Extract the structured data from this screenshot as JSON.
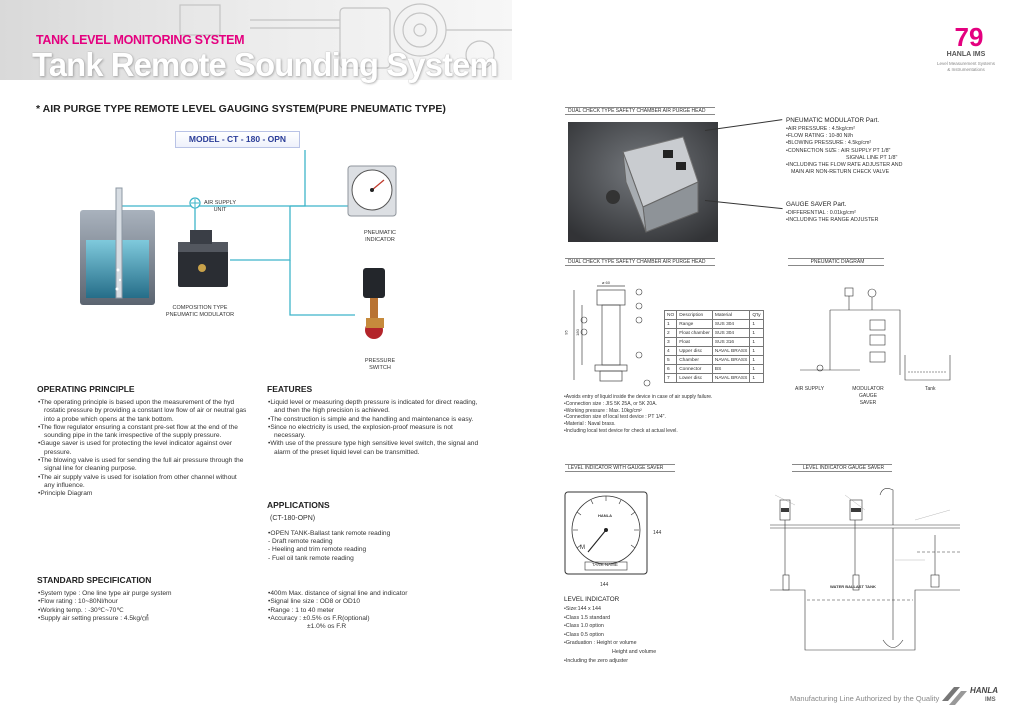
{
  "header": {
    "category": "TANK LEVEL MONITORING SYSTEM",
    "title": "Tank Remote Sounding System",
    "page_number": "79",
    "brand": "HANLA IMS",
    "brand_sub_1": "Level Measurement Systems",
    "brand_sub_2": "& Instrumentations"
  },
  "main_title": "* AIR PURGE TYPE REMOTE LEVEL GAUGING SYSTEM(PURE PNEUMATIC TYPE)",
  "model": "MODEL - CT - 180 - OPN",
  "diagram_labels": {
    "air_supply_1": "AIR SUPPLY",
    "air_supply_2": "UNIT",
    "pneumatic_1": "PNEUMATIC",
    "pneumatic_2": "INDICATOR",
    "composition_1": "COMPOSITION TYPE",
    "composition_2": "PNEUMATIC MODULATOR",
    "pressure_1": "PRESSURE",
    "pressure_2": "SWITCH"
  },
  "operating_principle": {
    "title": "OPERATING PRINCIPLE",
    "items": [
      "The operating principle is based upon the  measurement of the hyd rostatic pressure by providing a constant low flow of air or neutral gas into a probe which opens at the tank bottom.",
      "The flow regulator ensuring a constant pre-set flow at the end of the sounding pipe in the tank irrespective of the supply pressure.",
      "Gauge saver is used for protecting the level indicator against over pressure.",
      "The blowing valve is used for sending the full air pressure through the signal line for cleaning purpose.",
      "The air supply valve is used for isolation from other channel without any influence.",
      "Principle Diagram"
    ]
  },
  "features": {
    "title": "FEATURES",
    "items": [
      "Liquid level or measuring depth pressure is indicated for direct reading, and then the high precision is achieved.",
      "The construction is simple and the handling and maintenance is easy.",
      "Since no electricity is used, the explosion-proof measure is not necessary.",
      "With use of the pressure type high sensitive level switch, the signal and alarm of the preset liquid level can be transmitted."
    ]
  },
  "applications": {
    "title": "APPLICATIONS",
    "model": "(CT-180-OPN)",
    "items": [
      "OPEN TANK-Ballast tank remote reading",
      "- Draft remote reading",
      "- Heeling and trim remote reading",
      "- Fuel oil tank remote reading"
    ]
  },
  "standard_spec": {
    "title": "STANDARD SPECIFICATION",
    "left": [
      "System type : One line type air purge system",
      "Flow rating : 10~80Nl/hour",
      "Working temp. : -30℃~70℃",
      "Supply air setting pressure : 4.5kg/㎠"
    ],
    "right": [
      "400m Max. distance of signal line and indicator",
      "Signal line size : OD8 or OD10",
      "Range : 1 to 40 meter",
      "Accuracy : ±0.5% os F.R(optional)",
      "±1.0% os F.R"
    ]
  },
  "right_top": {
    "photo_caption": "DUAL CHECK TYPE SAFETY CHAMBER AIR PURGE HEAD",
    "modulator_title": "PNEUMATIC MODULATOR Part.",
    "modulator_items": [
      "AIR PRESSURE : 4.5kg/cm²",
      "FLOW RATING : 10-80 Nl/h",
      "BLOWING PRESSURE : 4.5kg/cm²",
      "CONNECTION SIZE : AIR SUPPLY PT 1/8\"",
      "SIGNAL LINE PT 1/8\"",
      "INCLUDING THE FLOW RATE ADJUSTER AND",
      "MAIN AIR NON-RETURN CHECK VALVE"
    ],
    "gauge_saver_title": "GAUGE SAVER Part.",
    "gauge_saver_items": [
      "DIFFERENTIAL : 0.01kg/cm²",
      "INCLUDING THE RANGE ADJUSTER"
    ]
  },
  "middle_right": {
    "caption_left": "DUAL CHECK TYPE SAFETY CHAMBER AIR PURGE HEAD",
    "caption_right": "PNEUMATIC DIAGRAM",
    "table_headers": [
      "NO",
      "Description",
      "Material",
      "Q'ty"
    ],
    "table_rows": [
      [
        "1",
        "Range",
        "SUS 304",
        "1"
      ],
      [
        "2",
        "Float chamber",
        "SUS 304",
        "1"
      ],
      [
        "3",
        "Float",
        "SUS 316",
        "1"
      ],
      [
        "4",
        "Upper disc",
        "NAVAL BRASS",
        "1"
      ],
      [
        "5",
        "Chamber",
        "NAVAL BRASS",
        "1"
      ],
      [
        "6",
        "Connector",
        "BS",
        "1"
      ],
      [
        "7",
        "Lower disc",
        "NAVAL BRASS",
        "1"
      ]
    ],
    "notes": [
      "Avoids entry of liquid inside the device in case of air supply failure.",
      "Connection size : JIS 5K 25A, or 5K 20A.",
      "Working pressure : Max. 10kg/cm²",
      "Connection size of local test device : PT 1/4\".",
      "Material : Naval brass.",
      "Including local test device for check at actual level."
    ],
    "diagram_labels": {
      "air_supply": "AIR SUPPLY",
      "modulator": "MODULATOR",
      "gauge_saver": "GAUGE SAVER",
      "tank": "Tank",
      "dim_1": "95",
      "dim_2": "180",
      "dim_3": "ø 60"
    }
  },
  "bottom_right": {
    "caption_left": "LEVEL INDICATOR WITH GAUGE SAVER",
    "caption_right": "LEVEL INDICATOR GAUGE SAVER",
    "dial_brand": "HANLA",
    "dial_unit": "M",
    "dial_plate": "TANK NAME",
    "dim_h": "144",
    "dim_w": "144",
    "level_title": "LEVEL INDICATOR",
    "level_items": [
      "Size:144 x 144",
      "Class 1.5 standard",
      "Class 1.0 option",
      "Class 0.5 option",
      "Graduation : Height or volume",
      "Height and volume",
      "Including the zero adjuster"
    ],
    "ballast_label": "WATER BALLAST TANK"
  },
  "footer": {
    "tagline": "Manufacturing Line Authorized by the Quality",
    "logo_1": "HANLA",
    "logo_2": "IMS"
  },
  "colors": {
    "accent": "#e4007f",
    "model_blue": "#2a3c98",
    "pipe_cyan": "#3fb5c9"
  }
}
